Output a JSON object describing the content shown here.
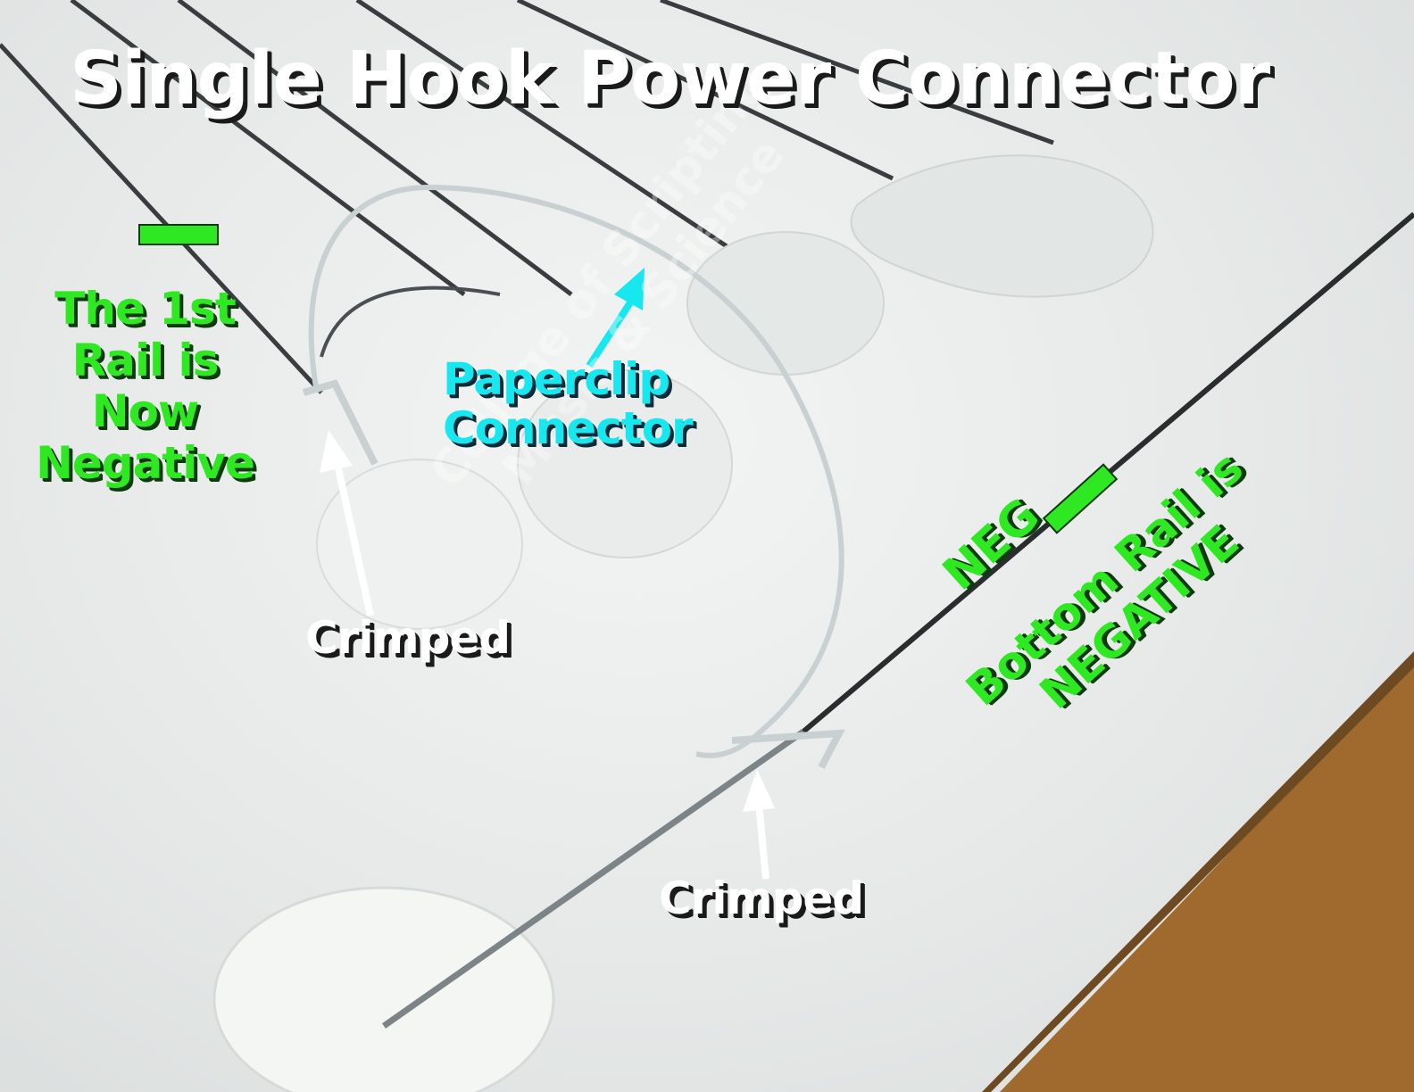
{
  "title": "Single Hook Power Connector",
  "labels": {
    "first_rail": "The 1st Rail is Now Negative",
    "paperclip": "Paperclip Connector",
    "crimped_upper": "Crimped",
    "crimped_lower": "Crimped",
    "neg": "NEG",
    "bottom_rail_line1": "Bottom Rail is",
    "bottom_rail_line2": "NEGATIVE"
  },
  "watermark": {
    "line1": "College of Scripting",
    "line2": "Music & Science"
  },
  "colors": {
    "title_text": "#ffffff",
    "negative_labels": "#2ee822",
    "paperclip_label": "#17e8f0",
    "crimp_labels": "#ffffff",
    "rail_wire": "#2a2d2e",
    "paperclip_wire": "#c9d0d2",
    "glue_blob": "#f2f4f2",
    "wood_corner": "#a06a2e"
  },
  "icons": [
    "minus-sign-icon",
    "arrow-up-icon"
  ]
}
